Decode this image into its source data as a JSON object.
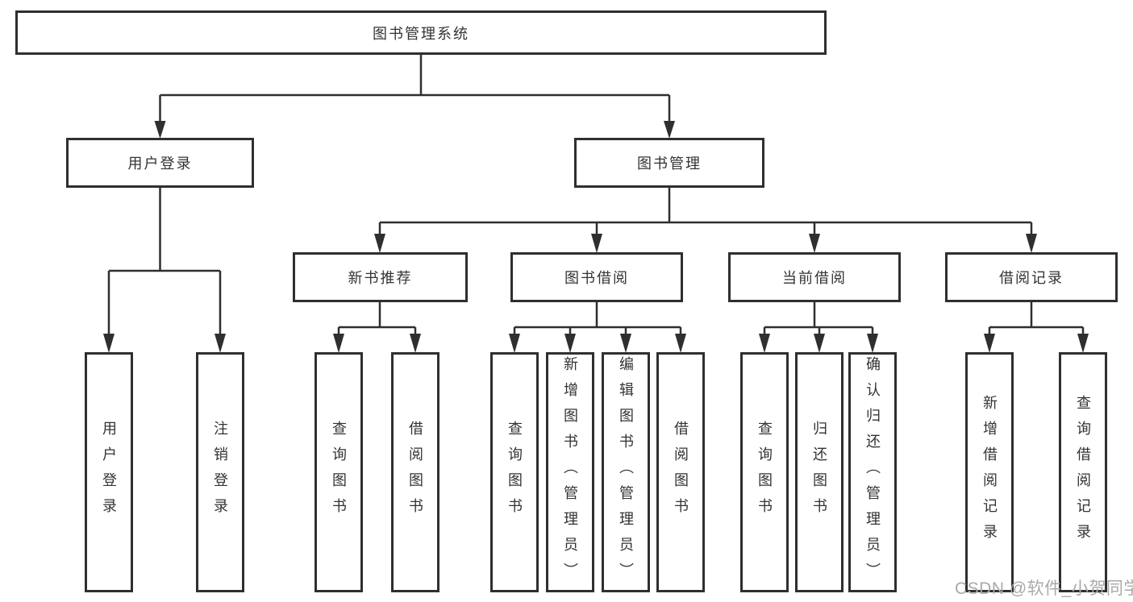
{
  "colors": {
    "line": "#2f2f2f",
    "box_border": "#2f2f2f",
    "box_fill": "#ffffff",
    "text": "#333333",
    "watermark": "#a9a9a9",
    "background": "#ffffff"
  },
  "tree": {
    "root": {
      "label": "图书管理系统"
    },
    "branches": [
      {
        "label": "用户登录",
        "children": [
          {
            "label": "用户登录"
          },
          {
            "label": "注销登录"
          }
        ]
      },
      {
        "label": "图书管理",
        "children": [
          {
            "label": "新书推荐",
            "children": [
              {
                "label": "查询图书"
              },
              {
                "label": "借阅图书"
              }
            ]
          },
          {
            "label": "图书借阅",
            "children": [
              {
                "label": "查询图书"
              },
              {
                "label": "新增图书（管理员）"
              },
              {
                "label": "编辑图书（管理员）"
              },
              {
                "label": "借阅图书"
              }
            ]
          },
          {
            "label": "当前借阅",
            "children": [
              {
                "label": "查询图书"
              },
              {
                "label": "归还图书"
              },
              {
                "label": "确认归还（管理员）"
              }
            ]
          },
          {
            "label": "借阅记录",
            "children": [
              {
                "label": "新增借阅记录"
              },
              {
                "label": "查询借阅记录"
              }
            ]
          }
        ]
      }
    ]
  },
  "watermark": {
    "text": "CSDN @软件_小贺同学"
  }
}
